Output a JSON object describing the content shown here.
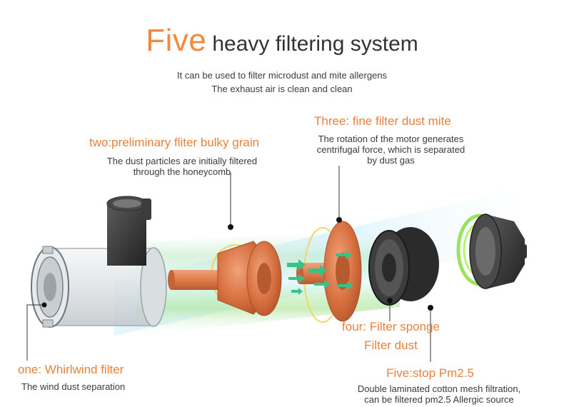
{
  "header": {
    "title_accent": "Five",
    "title_rest": "heavy filtering system",
    "subtitle_line1": "It can be used to filter microdust and mite allergens",
    "subtitle_line2": "The exhaust air is clean and clean"
  },
  "stages": {
    "one": {
      "label": "one: Whirlwind filter",
      "desc": "The wind dust separation"
    },
    "two": {
      "label": "two:preliminary fliter bulky grain",
      "desc_line1": "The dust particles are initially filtered",
      "desc_line2": "through the honeycomb"
    },
    "three": {
      "label": "Three: fine filter dust mite",
      "desc_line1": "The rotation of the motor generates",
      "desc_line2": "centrifugal force, which is separated",
      "desc_line3": "by dust gas"
    },
    "four": {
      "label_line1": "four: Filter sponge",
      "label_line2": "Filter dust"
    },
    "five": {
      "label": "Five:stop Pm2.5",
      "desc_line1": "Double laminated cotton mesh filtration,",
      "desc_line2": "can be filtered pm2.5 Allergic source"
    }
  },
  "colors": {
    "accent_orange": "#f08a43",
    "text_dark": "#333333",
    "glow_green": "#7fdc3a",
    "copper": "#d9794a",
    "charcoal": "#3d3d3d"
  }
}
